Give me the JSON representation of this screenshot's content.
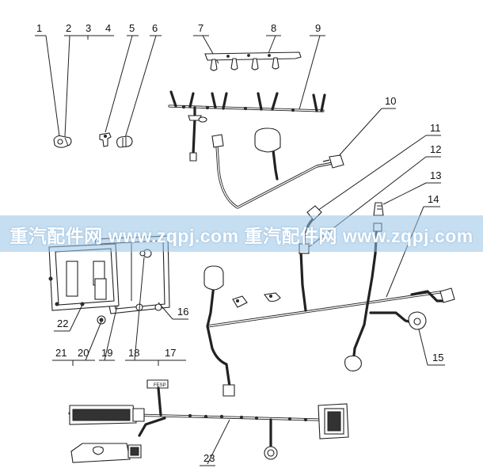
{
  "callouts": [
    "1",
    "2",
    "3",
    "4",
    "5",
    "6",
    "7",
    "8",
    "9",
    "10",
    "11",
    "12",
    "13",
    "14",
    "15",
    "16",
    "17",
    "18",
    "19",
    "20",
    "21",
    "22",
    "23"
  ],
  "connector_label": "FESP",
  "watermark": "重汽配件网 www.zqpj.com 重汽配件网 www.zqpj.com"
}
